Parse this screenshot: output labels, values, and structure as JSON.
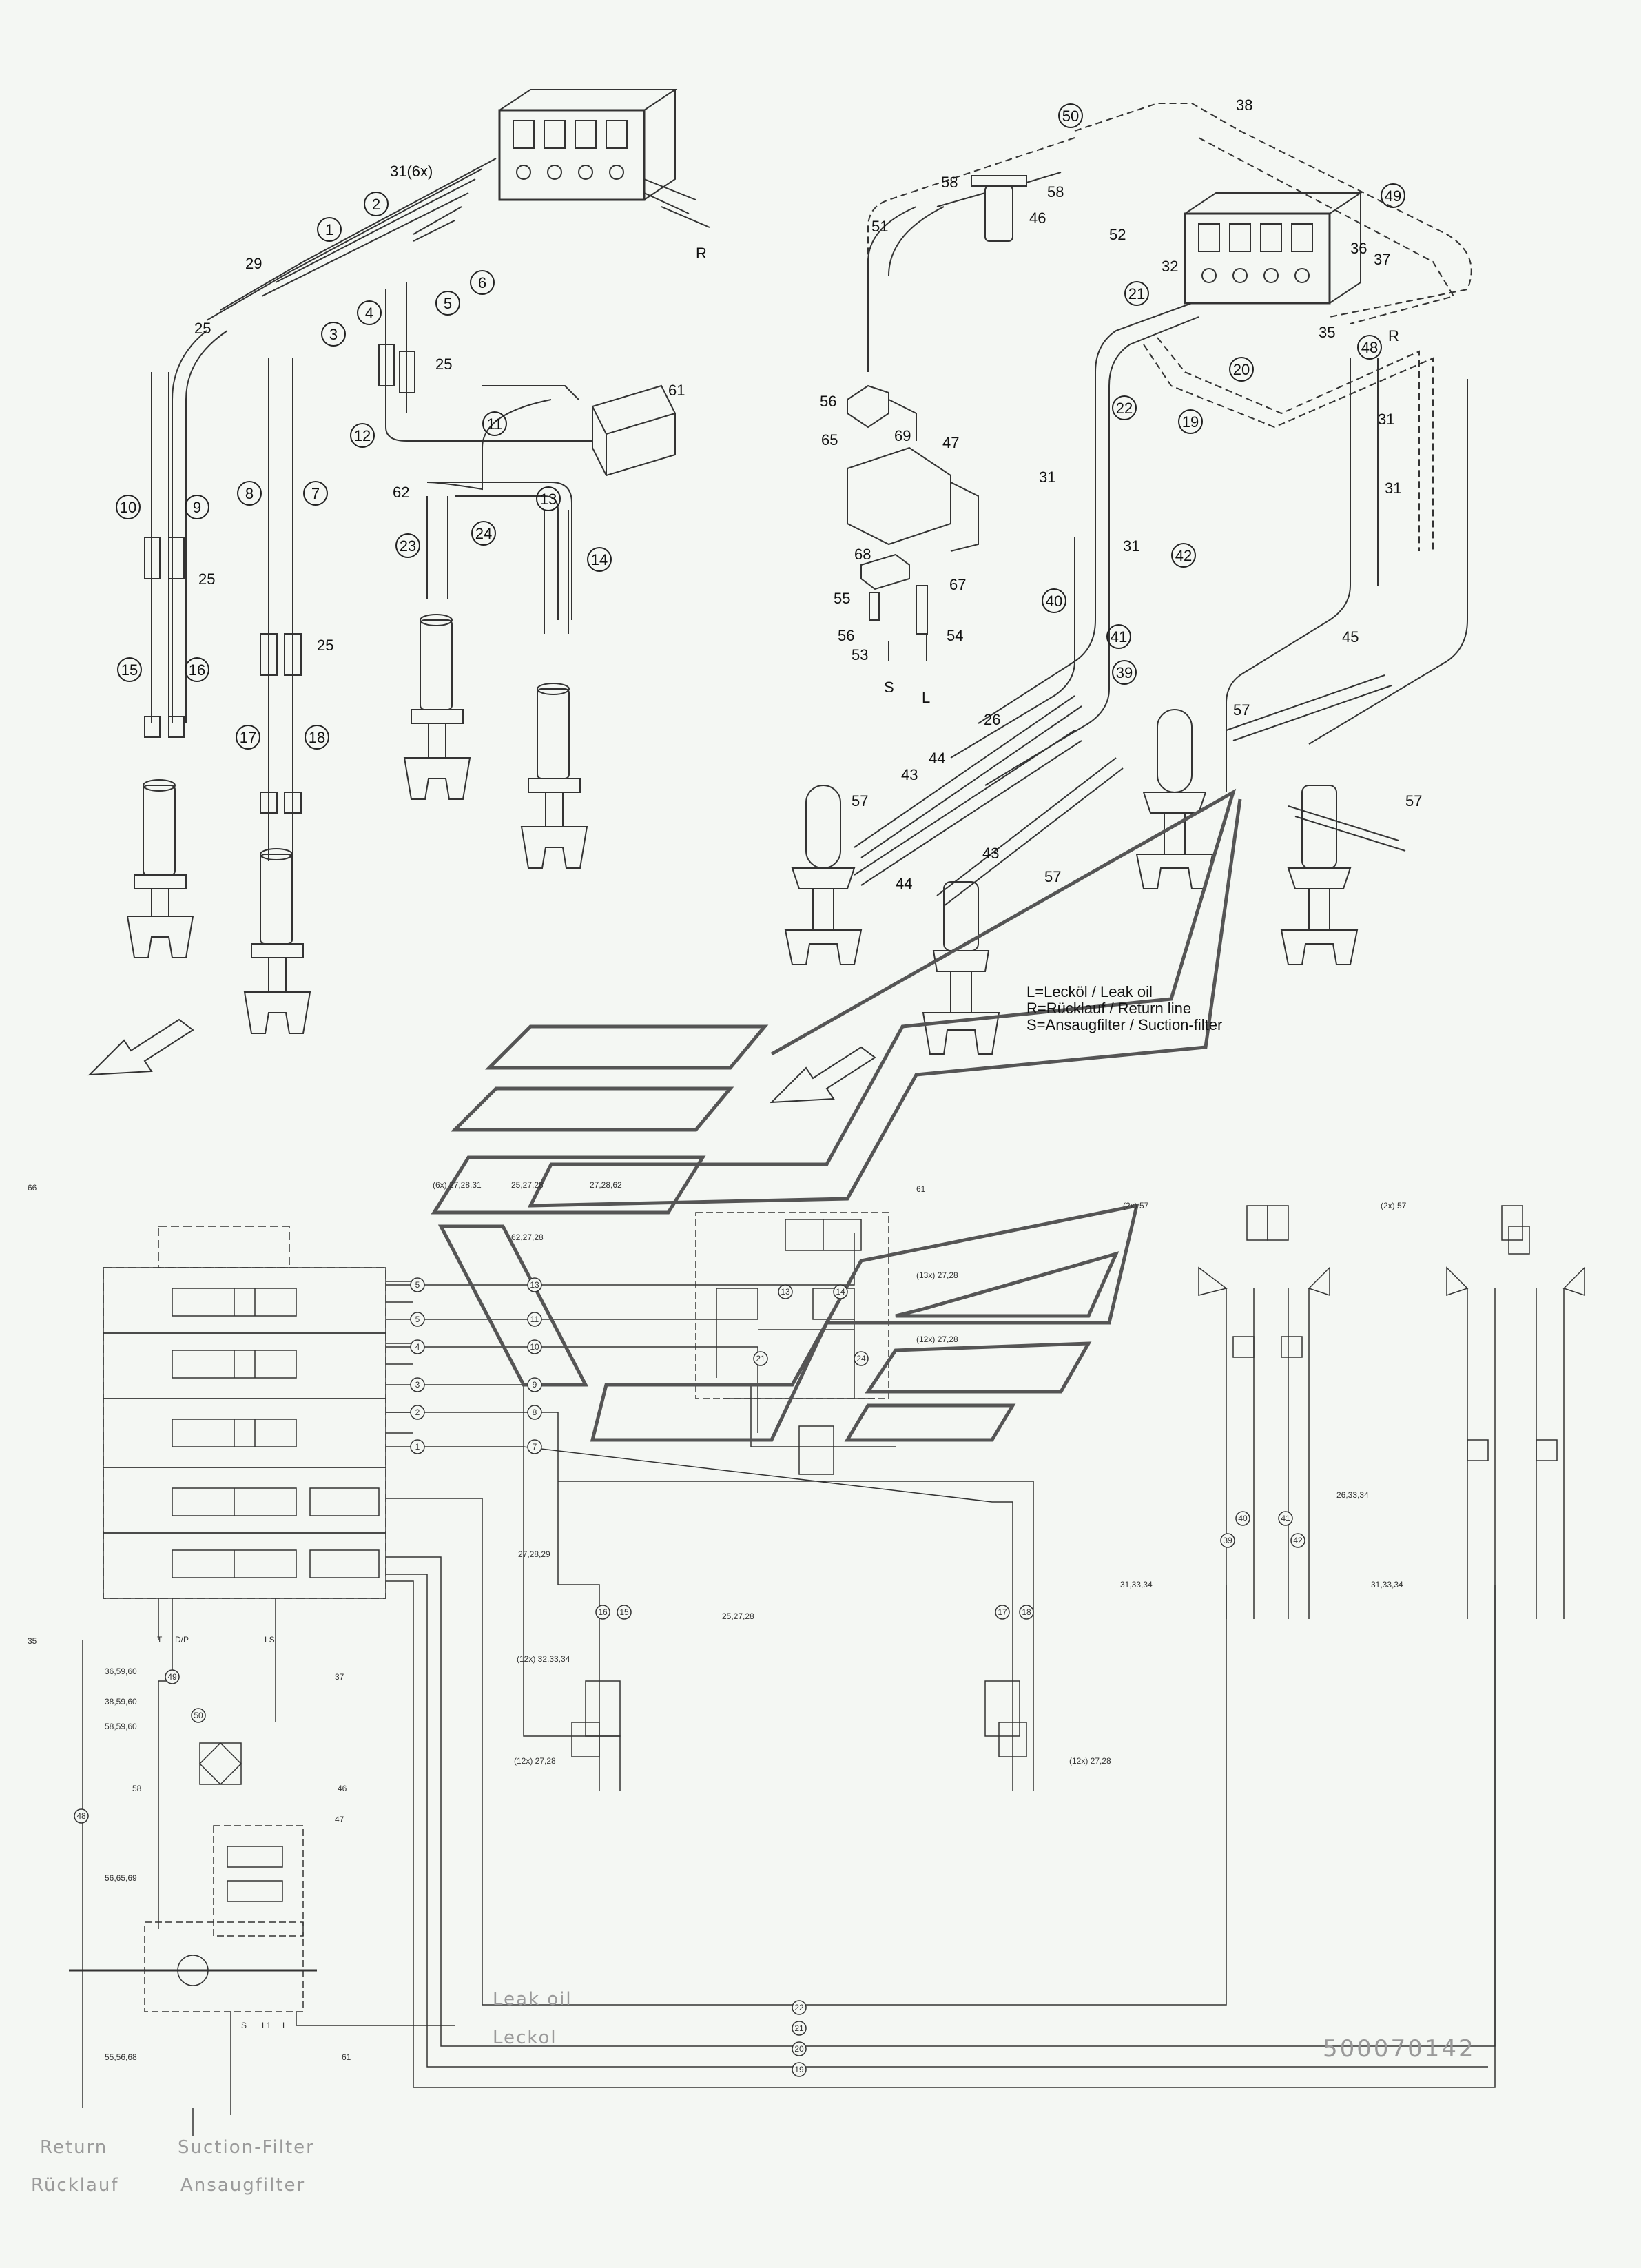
{
  "drawing": {
    "legend": [
      "L=Lecköl / Leak oil",
      "R=Rücklauf / Return line",
      "S=Ansaugfilter / Suction-filter"
    ],
    "port_letters": {
      "r1": "R",
      "r2": "R",
      "s": "S",
      "l": "L"
    },
    "part_labels": {
      "p1": "1",
      "p2": "2",
      "p3": "3",
      "p4": "4",
      "p5": "5",
      "p6": "6",
      "p7": "7",
      "p8": "8",
      "p9": "9",
      "p10": "10",
      "p11": "11",
      "p12": "12",
      "p13": "13",
      "p14": "14",
      "p15": "15",
      "p16": "16",
      "p17": "17",
      "p18": "18",
      "p19": "19",
      "p20": "20",
      "p21": "21",
      "p22": "22",
      "p23": "23",
      "p24": "24",
      "p39": "39",
      "p40": "40",
      "p41": "41",
      "p42": "42",
      "p48": "48",
      "p49": "49",
      "p50": "50",
      "t31x6": "31(6x)",
      "t29": "29",
      "t25a": "25",
      "t25b": "25",
      "t25c": "25",
      "t25d": "25",
      "t61": "61",
      "t62": "62",
      "t38": "38",
      "t58a": "58",
      "t58b": "58",
      "t46": "46",
      "t51": "51",
      "t52": "52",
      "t32": "32",
      "t36": "36",
      "t37": "37",
      "t35": "35",
      "t56a": "56",
      "t65": "65",
      "t69": "69",
      "t47": "47",
      "t31a": "31",
      "t31b": "31",
      "t31c": "31",
      "t31d": "31",
      "t68": "68",
      "t55": "55",
      "t67": "67",
      "t56b": "56",
      "t53": "53",
      "t54": "54",
      "t45": "45",
      "t26": "26",
      "t44a": "44",
      "t43a": "43",
      "t57a": "57",
      "t57b": "57",
      "t57c": "57",
      "t57d": "57",
      "t43b": "43",
      "t44b": "44"
    },
    "schematic_labels": {
      "s66": "66",
      "s35": "35",
      "s36": "36,59,60",
      "s38": "38,59,60",
      "s58": "58,59,60",
      "s58b": "58",
      "s46": "46",
      "s47": "47",
      "s56": "56,65,69",
      "s55": "55,56,68",
      "s61": "61",
      "s37": "37",
      "s6x": "(6x) 27,28,31",
      "s2527": "25,27,28",
      "s2728": "27,28,62",
      "s6227": "62,27,28",
      "s2729": "27,28,29",
      "s12x": "(12x) 32,33,34",
      "s2527b": "25,27,28",
      "s12xa": "(12x) 27,28",
      "s12xb": "(12x) 27,28",
      "s13x": "(13x) 27,28",
      "s12xc": "(12x) 27,28",
      "s61b": "61",
      "s57a": "(2x) 57",
      "s57b": "(2x) 57",
      "s263": "26,33,34",
      "s313a": "31,33,34",
      "s313b": "31,33,34",
      "pT": "T",
      "pDP": "D/P",
      "pLS": "LS",
      "pS": "S",
      "pL1": "L1",
      "pL": "L"
    },
    "bottom": {
      "leak_en": "Leak oil",
      "leak_de": "Leckol",
      "return_en": "Return",
      "return_de": "Rücklauf",
      "suction_en": "Suction-Filter",
      "suction_de": "Ansaugfilter",
      "doc_number": "500070142"
    }
  }
}
